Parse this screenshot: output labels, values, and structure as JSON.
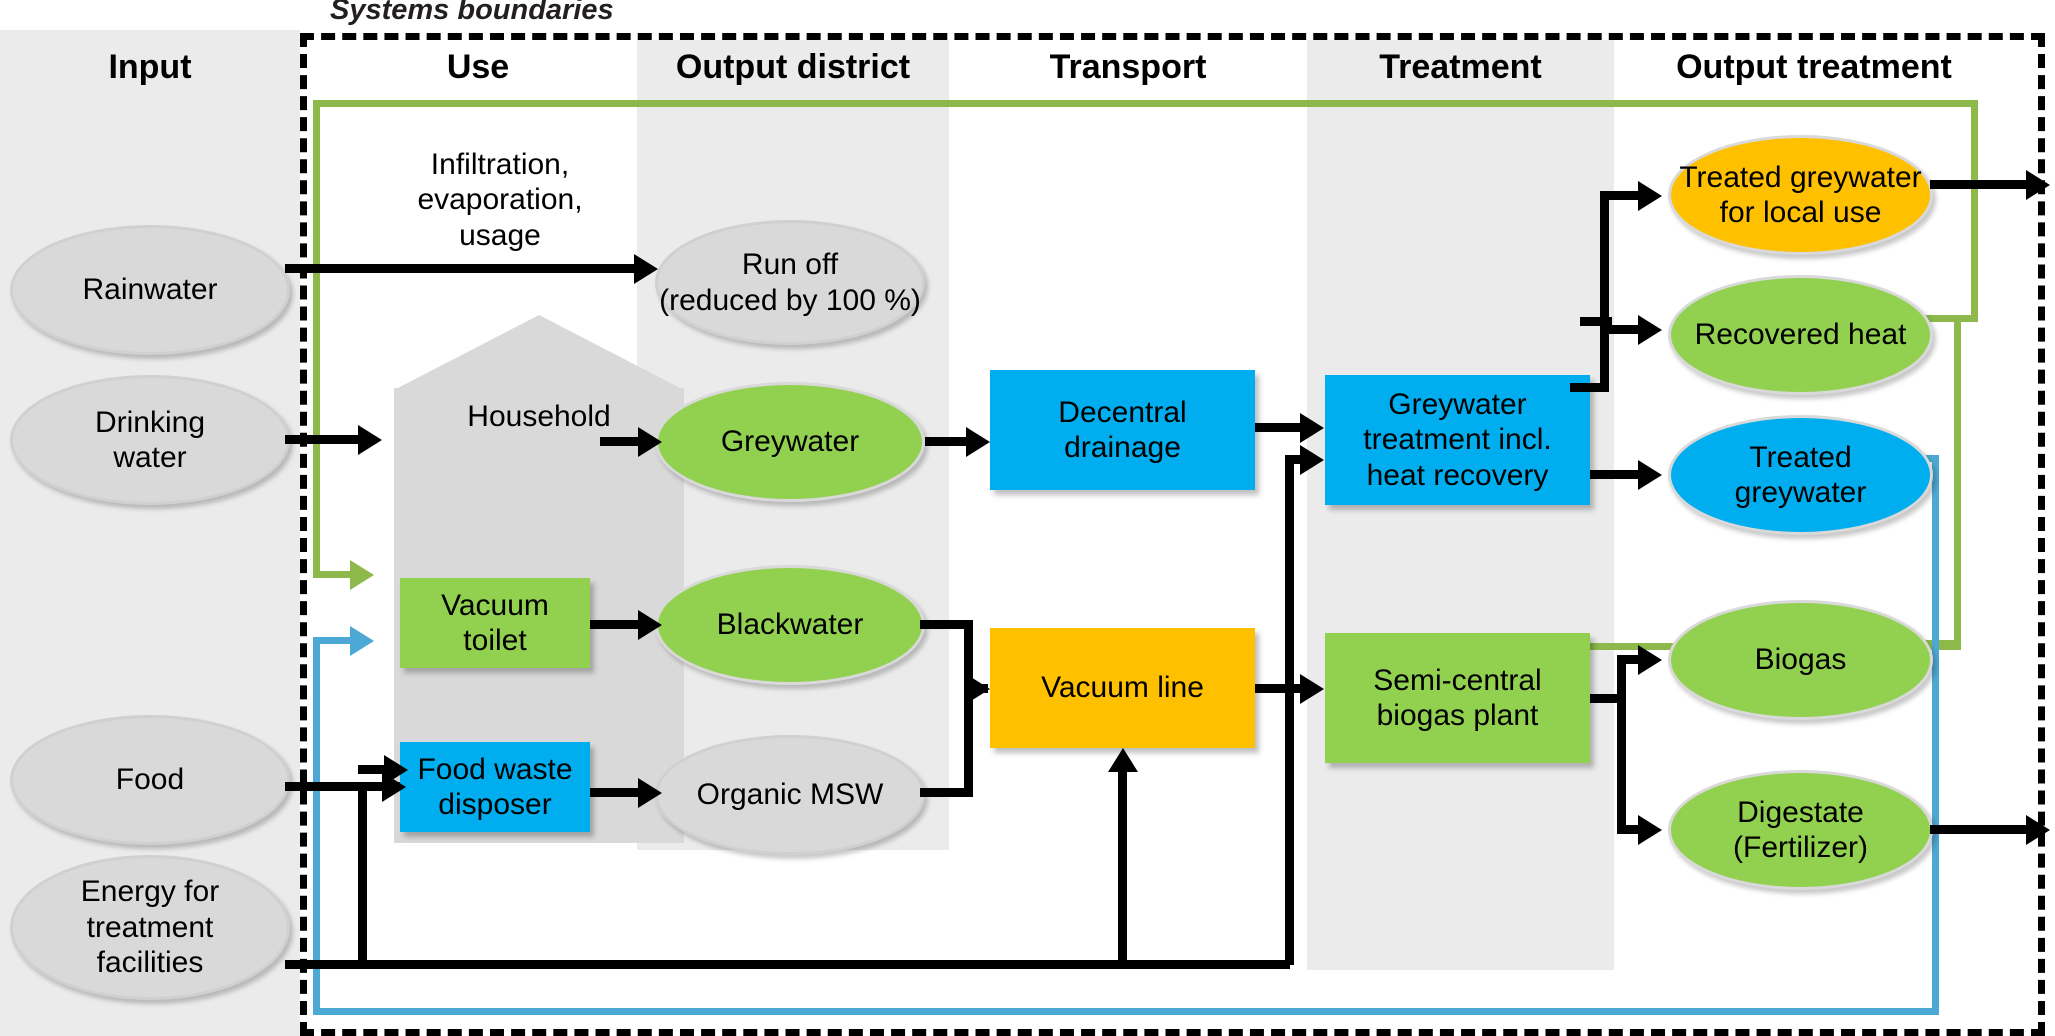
{
  "diagram": {
    "systems_boundary_label": "Systems boundaries",
    "columns": [
      {
        "id": "input",
        "label": "Input",
        "shaded": true
      },
      {
        "id": "use",
        "label": "Use",
        "shaded": false
      },
      {
        "id": "output-district",
        "label": "Output district",
        "shaded": true
      },
      {
        "id": "transport",
        "label": "Transport",
        "shaded": false
      },
      {
        "id": "treatment",
        "label": "Treatment",
        "shaded": true
      },
      {
        "id": "output-treatment",
        "label": "Output treatment",
        "shaded": false
      }
    ],
    "nodes": {
      "rainwater": "Rainwater",
      "drinking_water": "Drinking\nwater",
      "food": "Food",
      "energy": "Energy for\ntreatment\nfacilities",
      "infiltration": "Infiltration,\nevaporation,\nusage",
      "household": "Household",
      "vacuum_toilet": "Vacuum\ntoilet",
      "food_waste_disposer": "Food waste\ndisposer",
      "run_off": "Run off\n(reduced by 100 %)",
      "greywater": "Greywater",
      "blackwater": "Blackwater",
      "organic_msw": "Organic MSW",
      "decentral_drainage": "Decentral\ndrainage",
      "vacuum_line": "Vacuum line",
      "greywater_treatment": "Greywater\ntreatment incl.\nheat recovery",
      "biogas_plant": "Semi-central\nbiogas plant",
      "treated_greywater_local": "Treated greywater\nfor local use",
      "recovered_heat": "Recovered heat",
      "treated_greywater": "Treated\ngreywater",
      "biogas": "Biogas",
      "digestate": "Digestate\n(Fertilizer)"
    },
    "colors": {
      "green": "#92d050",
      "blue": "#00aeef",
      "orange": "#ffc000",
      "grey": "#d9d9d9",
      "band": "#ebebeb",
      "green_line": "#8cb94a",
      "blue_line": "#4ca8d4",
      "black": "#000000"
    }
  }
}
